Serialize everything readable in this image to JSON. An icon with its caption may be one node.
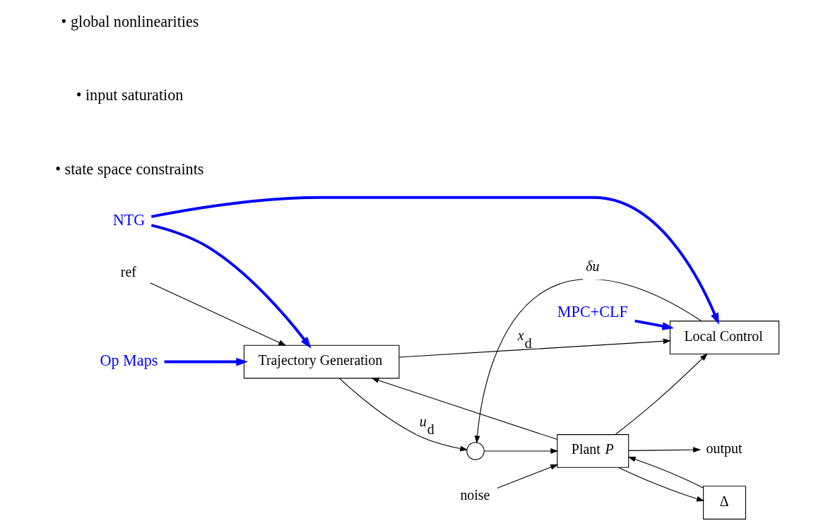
{
  "diagram": {
    "nodes": [
      {
        "text": [
          "Trajectory Generation"
        ]
      },
      {
        "text": [
          "ref"
        ]
      },
      {
        "text": [],
        "shape": "circle"
      },
      {
        "text": [
          "noise"
        ]
      },
      {
        "text": [
          "Plant *P*"
        ]
      },
      {
        "text": [
          "Δ"
        ]
      },
      {
        "text": [
          "output"
        ]
      },
      {
        "text": [
          "Local Control"
        ]
      },
      {
        "text": [
          "Op Maps"
        ]
      },
      {
        "text": [
          "NTG"
        ]
      },
      {
        "text": [
          "MPC+CLF"
        ]
      }
    ],
    "edges": [
      {
        "from": 1,
        "to": 0,
        "arrow": "to"
      },
      {
        "from": 0,
        "to": 2,
        "arrow": "to",
        "label": "*u*$_{d}$"
      },
      {
        "from": 0,
        "to": 7,
        "arrow": "to",
        "label": "*x*$_{d}$"
      },
      {
        "from": 2,
        "to": 4,
        "arrow": "to"
      },
      {
        "from": 3,
        "to": 4,
        "arrow": "to"
      },
      {
        "from": 4,
        "to": 6,
        "arrow": "to"
      },
      {
        "from": 4,
        "to": 5,
        "arrow": "to"
      },
      {
        "from": 5,
        "to": 4,
        "arrow": "to"
      },
      {
        "from": 4,
        "to": 7,
        "arrow": "to"
      },
      {
        "from": 4,
        "to": 0,
        "arrow": "to"
      },
      {
        "from": 7,
        "to": 2,
        "arrow": "to",
        "label": "*δu*"
      },
      {
        "from": 8,
        "to": 0,
        "arrow": "to",
        "style": "thick",
        "color": "#0000ff"
      },
      {
        "from": 9,
        "to": 0,
        "arrow": "to",
        "style": "thick",
        "color": "#0000ff"
      },
      {
        "from": 9,
        "to": 7,
        "arrow": "to",
        "style": "thick",
        "color": "#0000ff"
      },
      {
        "from": 10,
        "to": 7,
        "arrow": "to",
        "style": "thick",
        "color": "#0000ff"
      }
    ],
    "labels": [
      "• global nonlinearities",
      "• input saturation",
      "• state space constraints"
    ]
  }
}
